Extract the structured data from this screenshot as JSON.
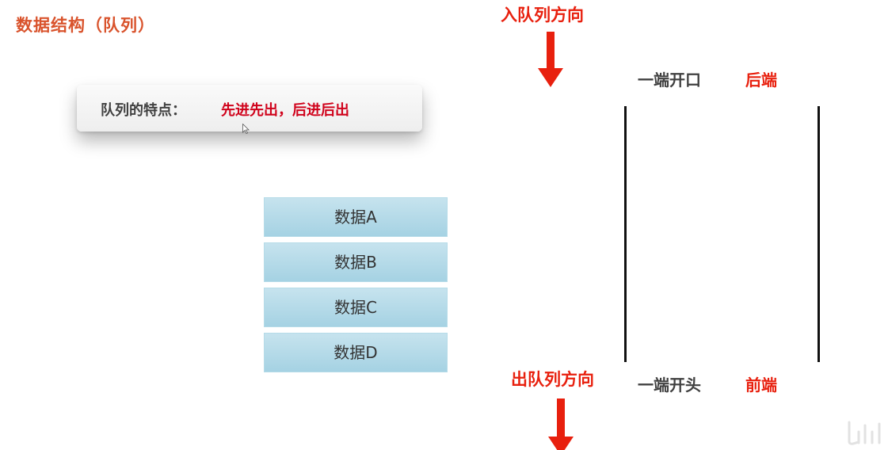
{
  "title": "数据结构（队列）",
  "callout": {
    "label": "队列的特点：",
    "value": "先进先出，后进后出"
  },
  "data_items": [
    "数据A",
    "数据B",
    "数据C",
    "数据D"
  ],
  "enqueue": {
    "direction_label": "入队列方向",
    "end_label": "一端开口",
    "end_tag": "后端"
  },
  "dequeue": {
    "direction_label": "出队列方向",
    "end_label": "一端开头",
    "end_tag": "前端"
  },
  "colors": {
    "title": "#d9532c",
    "accent_red": "#e8200e",
    "box_fill": "#b5dbe8",
    "line": "#111111"
  },
  "icons": [
    "down-arrow-icon",
    "cursor-icon",
    "bilibili-watermark-icon"
  ]
}
